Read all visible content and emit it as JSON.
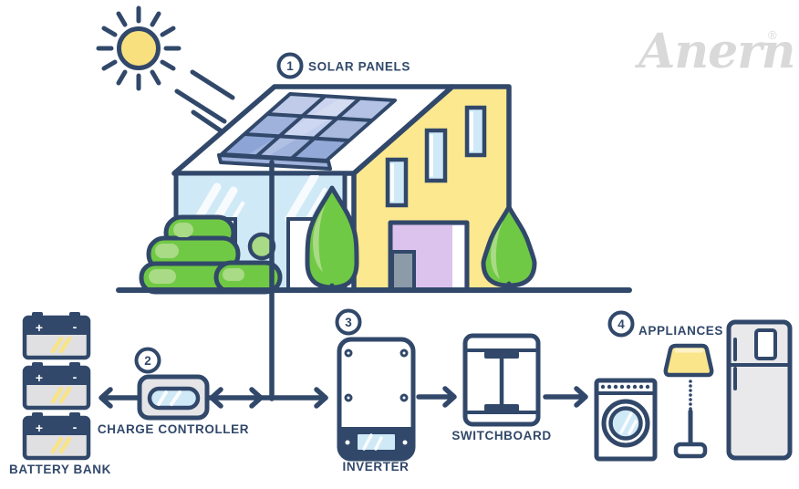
{
  "logo": {
    "text": "Anern",
    "reg": "®"
  },
  "steps": [
    {
      "num": "1",
      "label": "SOLAR PANELS"
    },
    {
      "num": "2",
      "label": "CHARGE CONTROLLER"
    },
    {
      "num": "3",
      "label": "INVERTER"
    },
    {
      "num": "4",
      "label": "APPLIANCES"
    }
  ],
  "labels": {
    "battery_bank": "BATTERY BANK",
    "switchboard": "SWITCHBOARD"
  },
  "battery": {
    "plus": "+",
    "minus": "-"
  },
  "colors": {
    "outline_navy": "#31486a",
    "house_yellow": "#fbe88f",
    "sun_yellow": "#f9e07e",
    "glass_blue": "#cfe9f7",
    "panel_blue": "#9fb2dc",
    "leaf_green": "#6fc944",
    "leaf_green_light": "#a9da85",
    "door_purple": "#dcc3ed",
    "door_gray": "#8d9aa8",
    "device_gray": "#e5e5e7",
    "battery_slash_yellow": "#f8e387",
    "logo_gray": "#d9d9d9"
  }
}
